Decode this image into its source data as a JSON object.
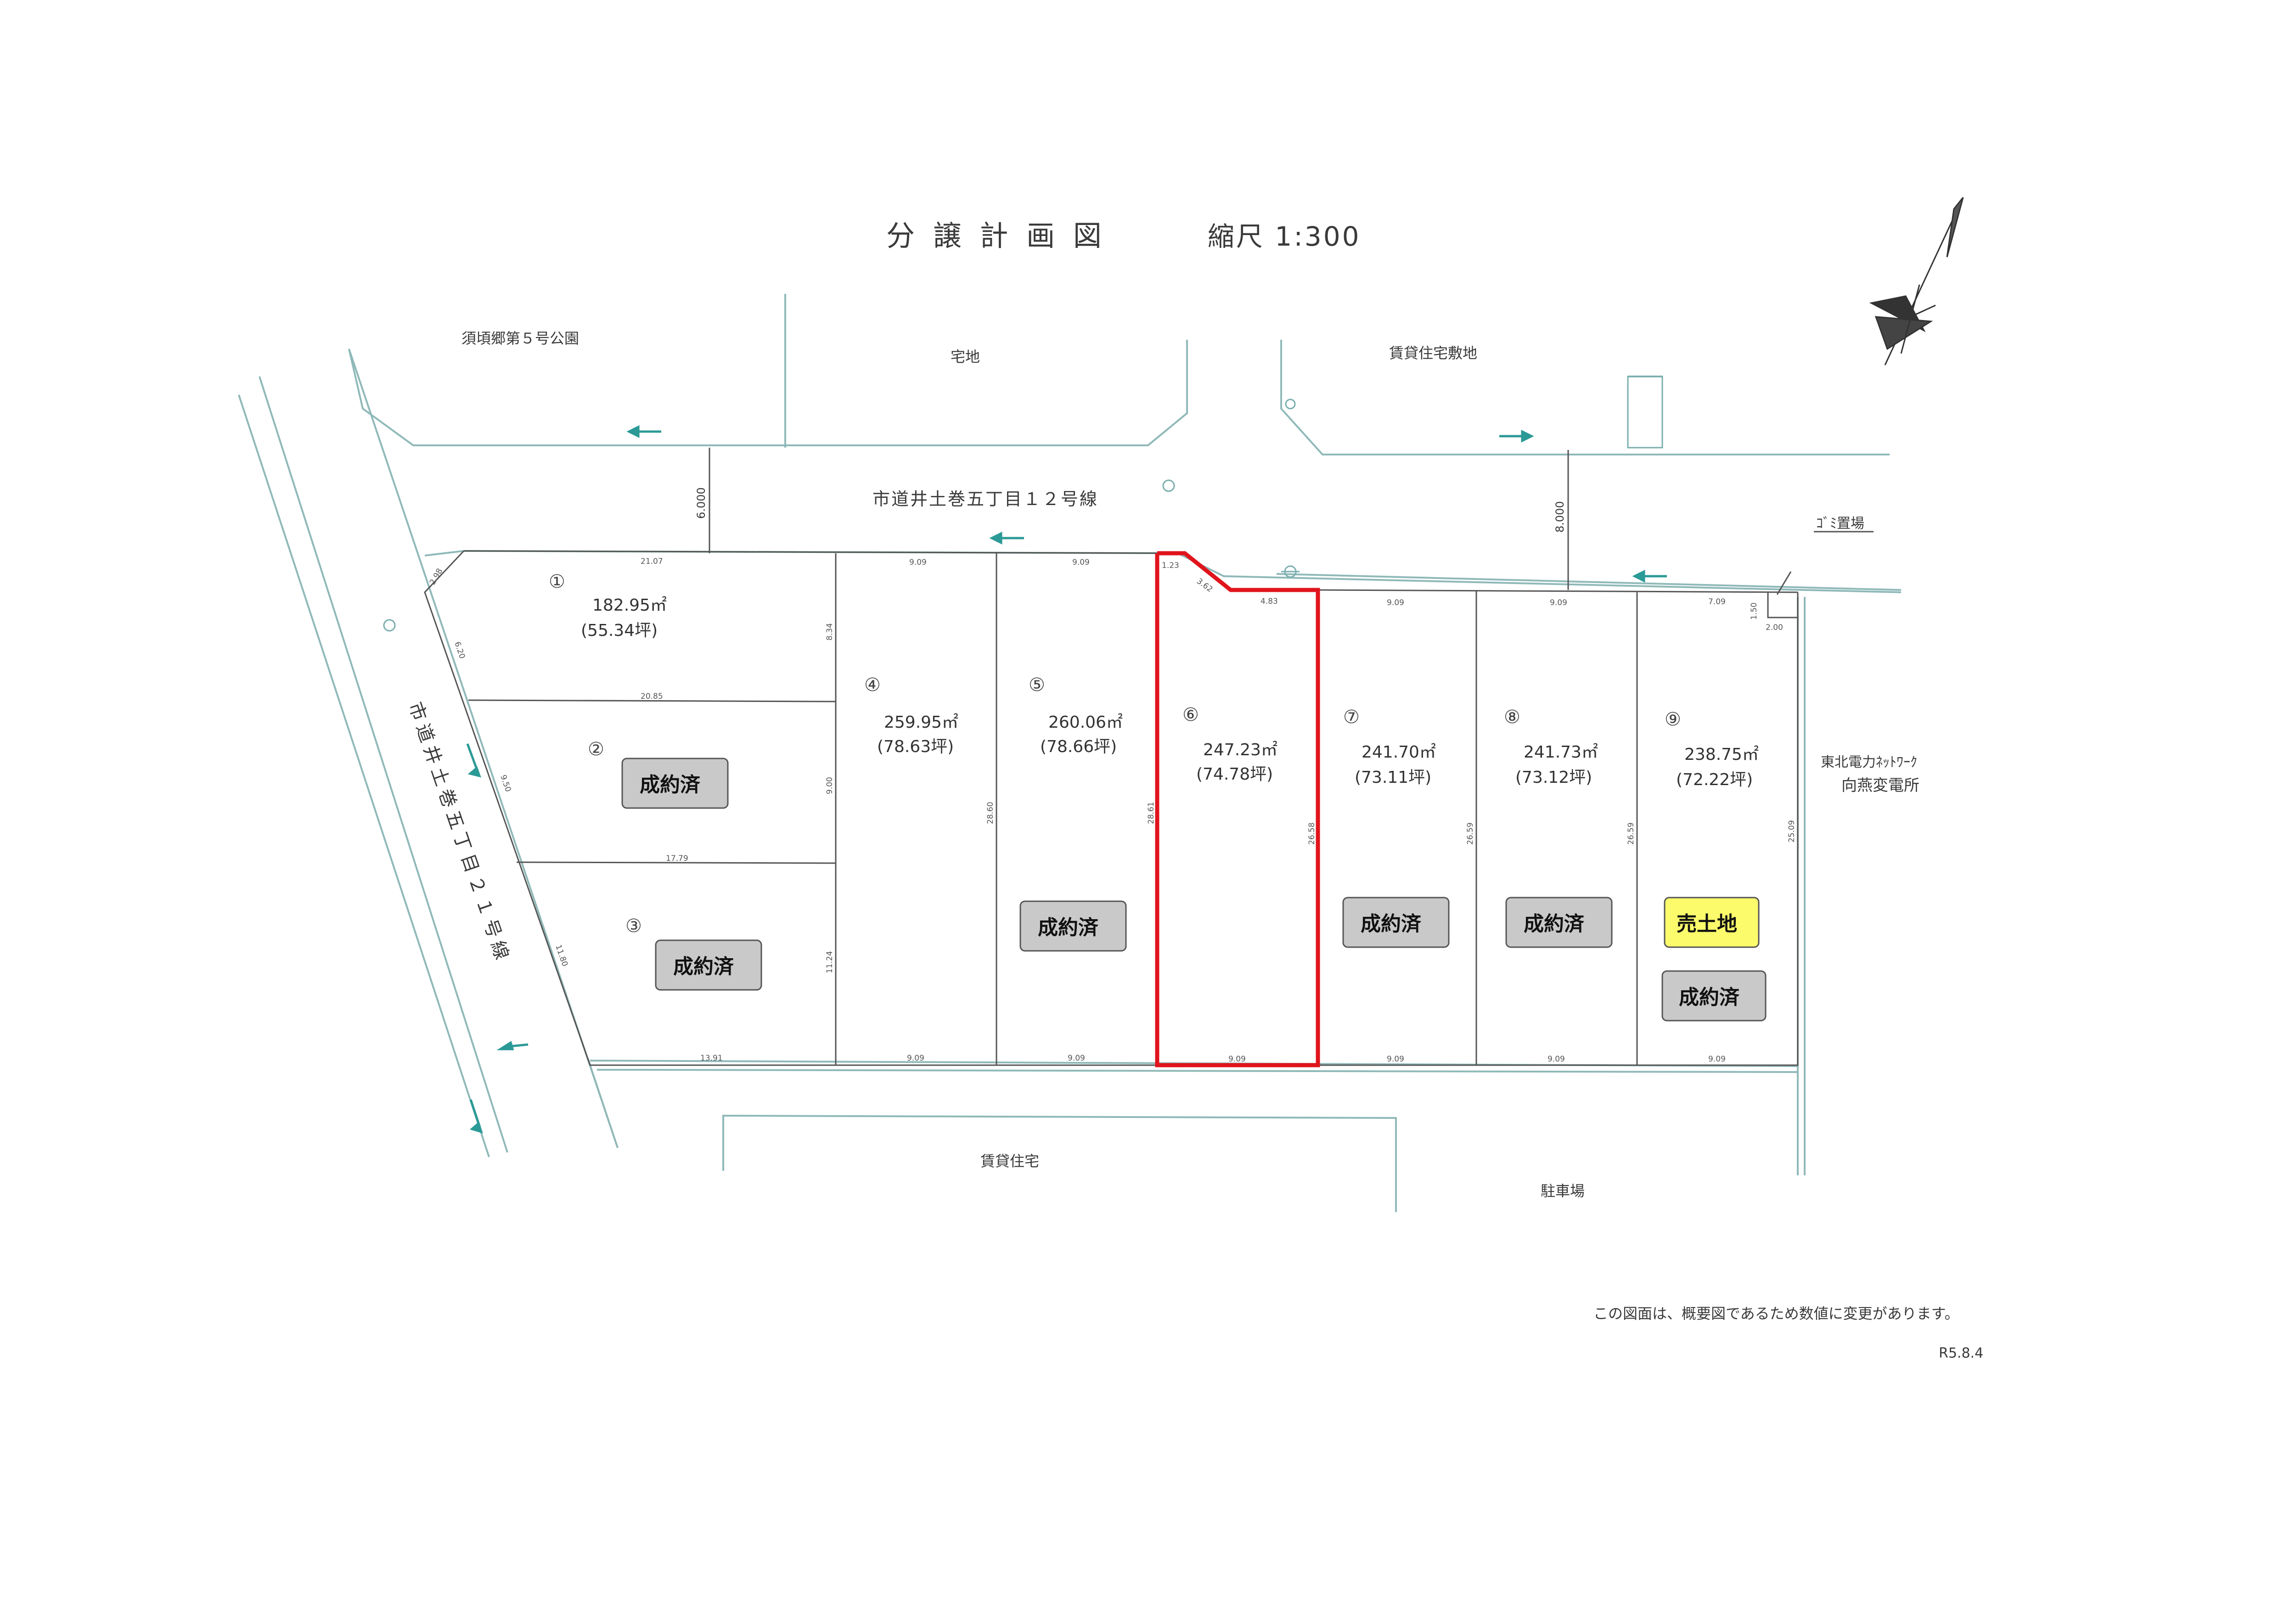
{
  "title": "分 譲 計 画 図",
  "scale": "縮尺 1:300",
  "labels": {
    "park": "須頃郷第５号公園",
    "residential": "宅地",
    "rental_site": "賃貸住宅敷地",
    "road_north": "市道井土巻五丁目１２号線",
    "road_west": "市道井土巻五丁目２１号線",
    "garbage": "ｺﾞﾐ置場",
    "substation_1": "東北電力ﾈｯﾄﾜｰｸ",
    "substation_2": "向燕変電所",
    "rental_housing": "賃貸住宅",
    "parking": "駐車場",
    "note": "この図面は、概要図であるため数値に変更があります。",
    "date": "R5.8.4",
    "road_width_north": "6.000",
    "road_width_north_east": "8.000"
  },
  "lots": [
    {
      "no": "①",
      "area": "182.95㎡",
      "tsubo": "(55.34坪)"
    },
    {
      "no": "②",
      "status": "成約済"
    },
    {
      "no": "③",
      "status": "成約済"
    },
    {
      "no": "④",
      "area": "259.95㎡",
      "tsubo": "(78.63坪)"
    },
    {
      "no": "⑤",
      "area": "260.06㎡",
      "tsubo": "(78.66坪)",
      "status": "成約済"
    },
    {
      "no": "⑥",
      "area": "247.23㎡",
      "tsubo": "(74.78坪)"
    },
    {
      "no": "⑦",
      "area": "241.70㎡",
      "tsubo": "(73.11坪)",
      "status": "成約済"
    },
    {
      "no": "⑧",
      "area": "241.73㎡",
      "tsubo": "(73.12坪)",
      "status": "成約済"
    },
    {
      "no": "⑨",
      "area": "238.75㎡",
      "tsubo": "(72.22坪)",
      "status": "成約済",
      "sale": "売土地"
    }
  ],
  "dims": {
    "d1": "21.07",
    "d2": "9.09",
    "d3": "9.09",
    "d4": "1.23",
    "d5": "3.62",
    "d6": "4.83",
    "d7": "9.09",
    "d8": "9.09",
    "d9": "7.09",
    "d10": "1.50",
    "d11": "2.00",
    "d12": "2.98",
    "d13": "6.20",
    "d14": "20.85",
    "d15": "9.50",
    "d16": "17.79",
    "d17": "11.80",
    "d18": "13.91",
    "d19": "9.09",
    "d20": "9.09",
    "d21": "9.09",
    "d22": "9.09",
    "d23": "9.09",
    "d24": "9.09",
    "d25": "8.34",
    "d26": "9.00",
    "d27": "11.24",
    "d28": "28.60",
    "d29": "28.61",
    "d30": "26.58",
    "d31": "26.59",
    "d32": "26.59",
    "d33": "25.09"
  },
  "colors": {
    "highlight": "#e0141c",
    "road_line": "#8fb9b8",
    "arrow": "#2b9a96",
    "sold_badge": "#c9c9c9",
    "sale_badge": "#fbfb6b"
  }
}
